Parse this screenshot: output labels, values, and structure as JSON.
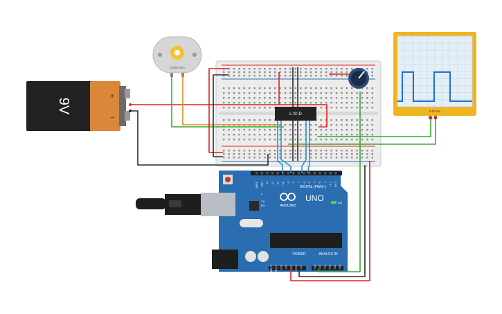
{
  "battery": {
    "label": "9V",
    "plus": "+",
    "minus": "−"
  },
  "motor": {
    "label": "10000 rpm"
  },
  "driver_ic": {
    "label": "L293D"
  },
  "oscilloscope": {
    "label": "5.00 ms"
  },
  "arduino": {
    "brand": "ARDUINO",
    "model": "UNO",
    "digital_label": "DIGITAL (PWM~)",
    "power_label": "POWER",
    "analog_label": "ANALOG IN",
    "tx": "TX",
    "rx": "RX",
    "l": "L",
    "on": "ON",
    "digital_pins": [
      "AREF",
      "GND",
      "13",
      "12",
      "~11",
      "~10",
      "~9",
      "8",
      "7",
      "~6",
      "~5",
      "4",
      "~3",
      "2",
      "TX 1",
      "RX 0"
    ],
    "power_pins": [
      "IOREF",
      "RESET",
      "3.3V",
      "5V",
      "GND",
      "GND",
      "Vin"
    ],
    "analog_pins": [
      "A0",
      "A1",
      "A2",
      "A3",
      "A4",
      "A5"
    ]
  },
  "colors": {
    "wire_red": "#e0201b",
    "wire_black": "#2b2b2b",
    "wire_green": "#36a832",
    "wire_orange": "#e08a1e",
    "wire_blue": "#2b8fd6",
    "board_blue": "#2a6db0",
    "scope_frame": "#f0b41c",
    "signal": "#1f6fd0"
  }
}
